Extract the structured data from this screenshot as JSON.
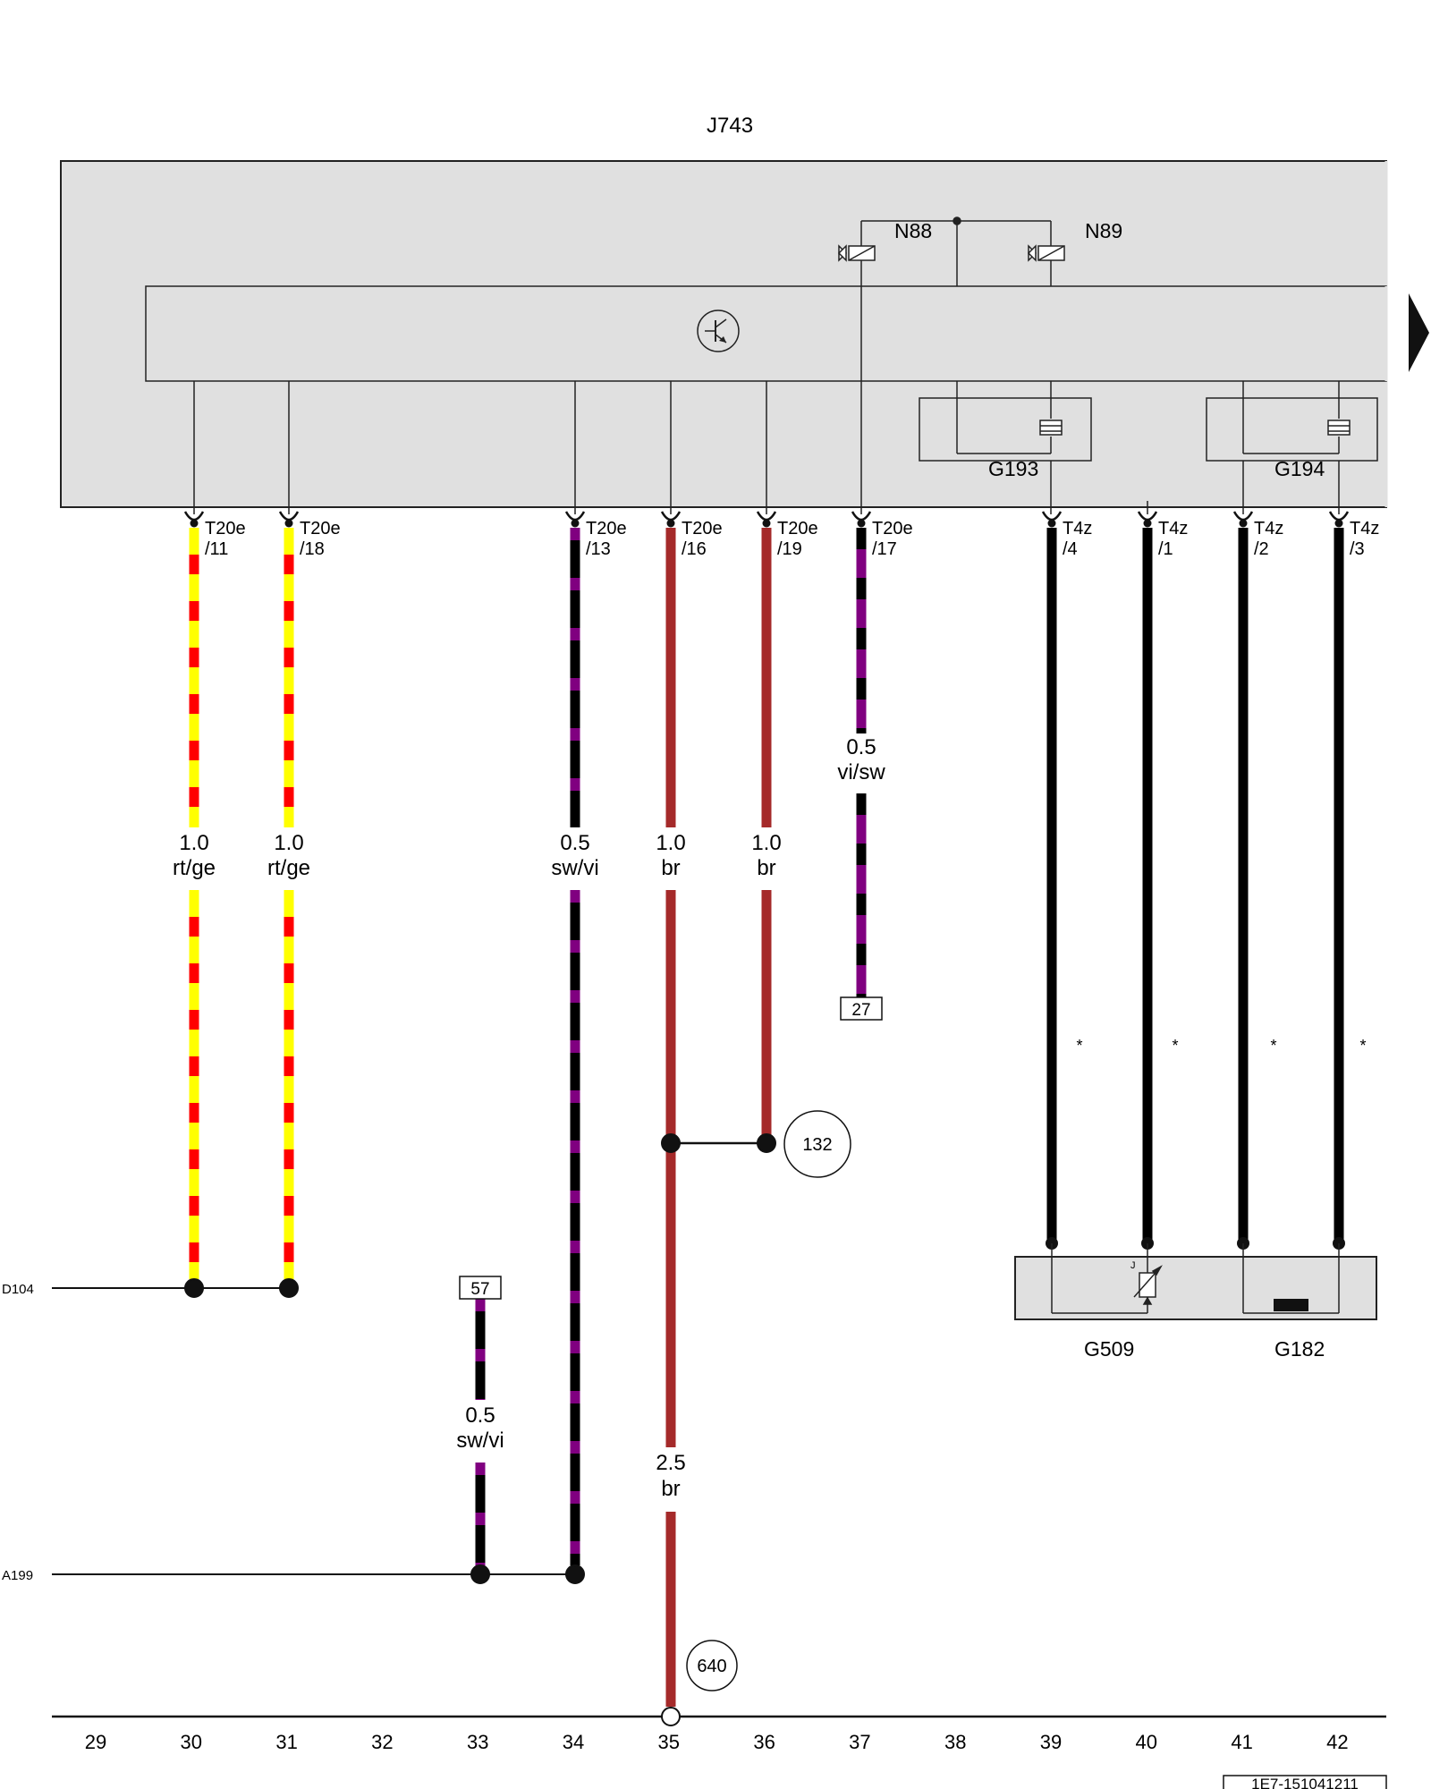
{
  "colors": {
    "rt": "#ff0000",
    "ge": "#ffff00",
    "sw": "#000000",
    "vi": "#800080",
    "br": "#a52a2a",
    "housing": "#e0e0e0"
  },
  "icons": {
    "valve": "solenoid-valve-icon",
    "sensor": "pressure-sensor-icon",
    "module": "transistor-icon",
    "arrow": "continuation-arrow-icon"
  },
  "components": {
    "control_unit": "J743",
    "valve_a": "N88",
    "valve_b": "N89",
    "sensor_a": "G193",
    "sensor_b": "G194",
    "sensor_c": "G509",
    "sensor_d": "G182"
  },
  "pins": [
    {
      "conn": "T20e",
      "pin": "/11"
    },
    {
      "conn": "T20e",
      "pin": "/18"
    },
    {
      "conn": "T20e",
      "pin": "/13"
    },
    {
      "conn": "T20e",
      "pin": "/16"
    },
    {
      "conn": "T20e",
      "pin": "/19"
    },
    {
      "conn": "T20e",
      "pin": "/17"
    },
    {
      "conn": "T4z",
      "pin": "/4"
    },
    {
      "conn": "T4z",
      "pin": "/1"
    },
    {
      "conn": "T4z",
      "pin": "/2"
    },
    {
      "conn": "T4z",
      "pin": "/3"
    }
  ],
  "wires": [
    {
      "size": "1.0",
      "color": "rt/ge"
    },
    {
      "size": "1.0",
      "color": "rt/ge"
    },
    {
      "size": "0.5",
      "color": "sw/vi"
    },
    {
      "size": "1.0",
      "color": "br"
    },
    {
      "size": "1.0",
      "color": "br"
    },
    {
      "size": "0.5",
      "color": "vi/sw"
    },
    {
      "size": "0.5",
      "color": "sw/vi"
    },
    {
      "size": "2.5",
      "color": "br"
    }
  ],
  "refs": {
    "box_27": "27",
    "box_57": "57",
    "circle_132": "132",
    "circle_640": "640"
  },
  "buses": {
    "d104": "D104",
    "a199": "A199"
  },
  "asterisk": "*",
  "small_j": "J",
  "tracks": [
    "29",
    "30",
    "31",
    "32",
    "33",
    "34",
    "35",
    "36",
    "37",
    "38",
    "39",
    "40",
    "41",
    "42"
  ],
  "drawing_id": "1E7-151041211"
}
